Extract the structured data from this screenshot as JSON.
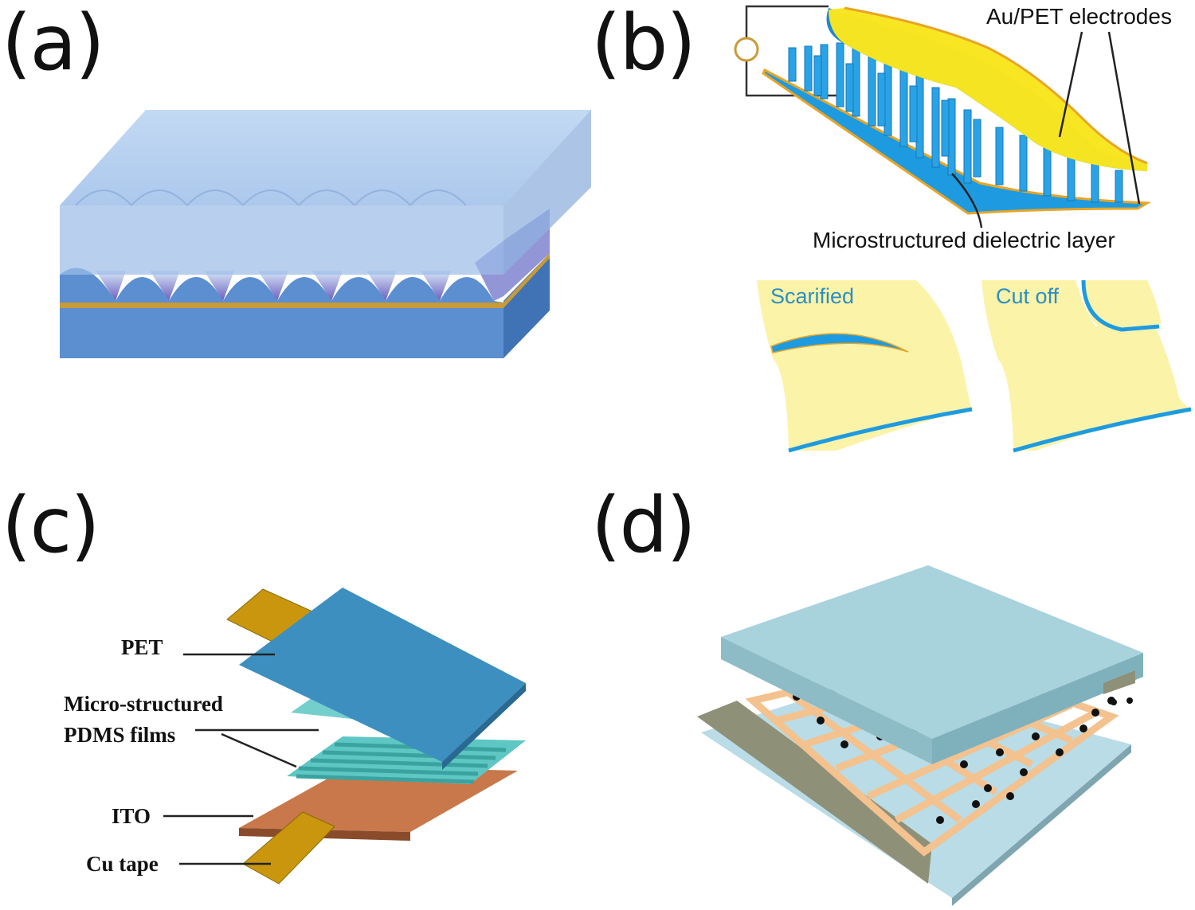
{
  "panels": {
    "a": {
      "label": "(a)"
    },
    "b": {
      "label": "(b)",
      "electrodes_label": "Au/PET electrodes",
      "dielectric_label": "Microstructured dielectric layer",
      "scarified_label": "Scarified",
      "cutoff_label": "Cut off"
    },
    "c": {
      "label": "(c)",
      "pet_label": "PET",
      "pdms_label_line1": "Micro-structured",
      "pdms_label_line2": "PDMS films",
      "ito_label": "ITO",
      "cu_label": "Cu tape"
    },
    "d": {
      "label": "(d)"
    }
  },
  "colors": {
    "blue_slab": "#5b8fd0",
    "glass": "#a9c7ec",
    "gold": "#f5e36a",
    "dielectric_blue": "#1f8fd6",
    "pet_blue": "#3d8fbf",
    "pdms_teal": "#5ec7c4",
    "ito_orange": "#c8784a",
    "cu_gold": "#c9960e",
    "plate_teal": "#a8d2dc",
    "grid_tan": "#f3c28f",
    "electrode_gray": "#8f9078"
  }
}
